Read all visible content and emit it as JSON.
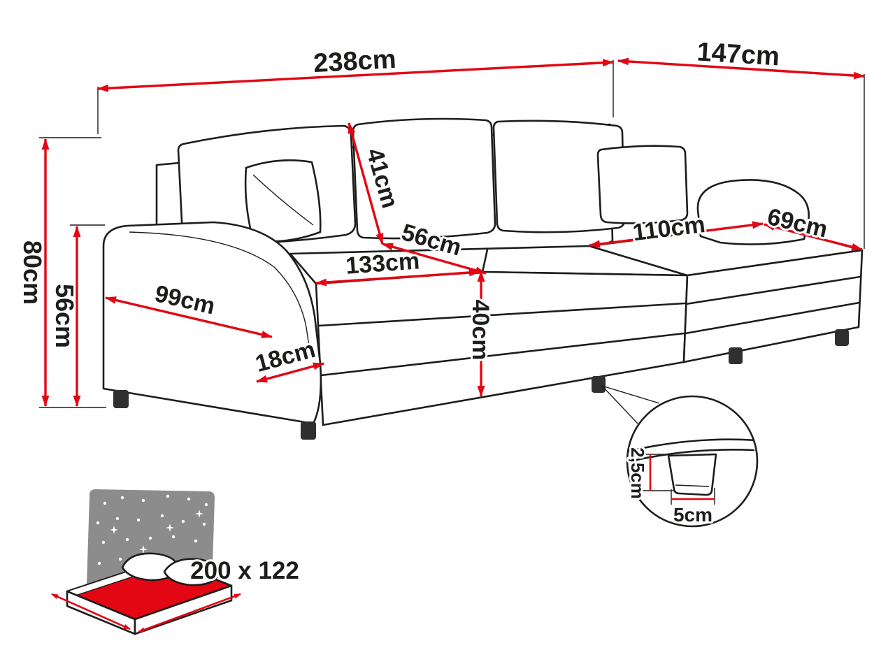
{
  "colors": {
    "dimension_red": "#e30613",
    "outline_black": "#1d1d1b",
    "headboard_gray": "#8c8c8c",
    "label_gray": "#4a4a4a"
  },
  "dimensions": {
    "total_width": "238cm",
    "total_depth": "147cm",
    "total_height": "80cm",
    "backrest_height": "56cm",
    "armrest_length": "99cm",
    "armrest_width": "18cm",
    "seat_width": "133cm",
    "seat_depth": "56cm",
    "back_cushion_height": "41cm",
    "seat_height": "40cm",
    "chaise_length": "110cm",
    "chaise_width": "69cm",
    "leg_height": "2,5cm",
    "leg_width": "5cm"
  },
  "sleeping_area": {
    "label": "200 x 122"
  }
}
